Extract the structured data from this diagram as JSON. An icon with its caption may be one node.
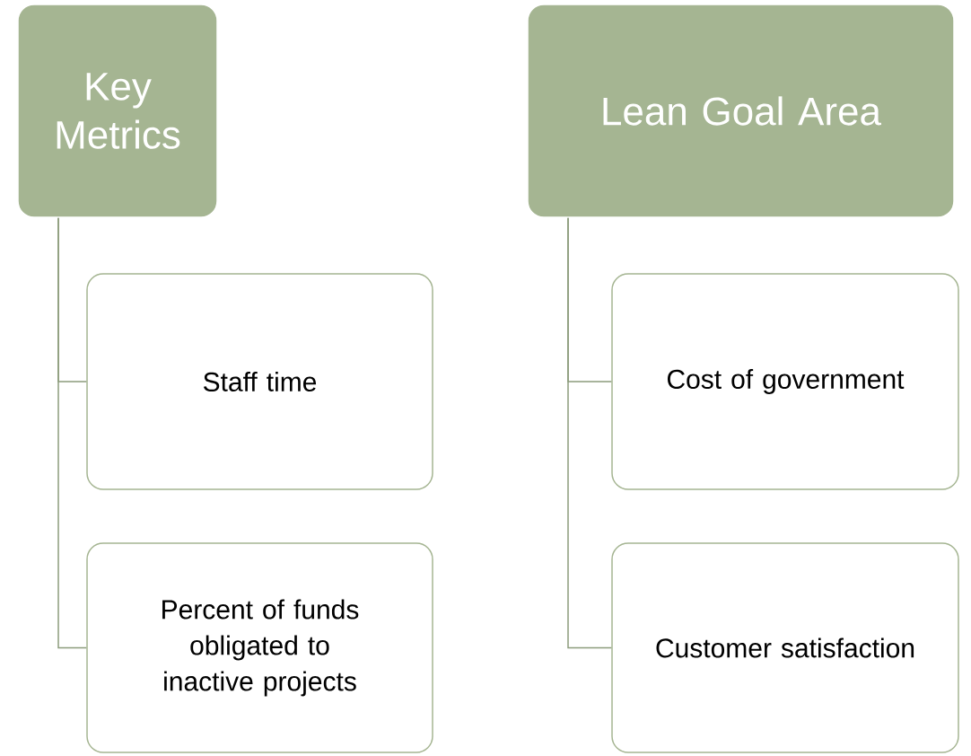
{
  "diagram": {
    "nodes": [
      {
        "text": [
          "Key Metrics"
        ]
      },
      {
        "text": [
          "Staff time"
        ]
      },
      {
        "text": [
          "Percent of funds obligated to inactive projects"
        ]
      },
      {
        "text": [
          "Lean Goal Area"
        ]
      },
      {
        "text": [
          "Cost of government"
        ]
      },
      {
        "text": [
          "Customer satisfaction"
        ]
      }
    ],
    "edges": [
      {
        "from": 0,
        "to": 1,
        "arrow": "none"
      },
      {
        "from": 0,
        "to": 2,
        "arrow": "none"
      },
      {
        "from": 3,
        "to": 4,
        "arrow": "none"
      },
      {
        "from": 3,
        "to": 5,
        "arrow": "none"
      }
    ]
  }
}
